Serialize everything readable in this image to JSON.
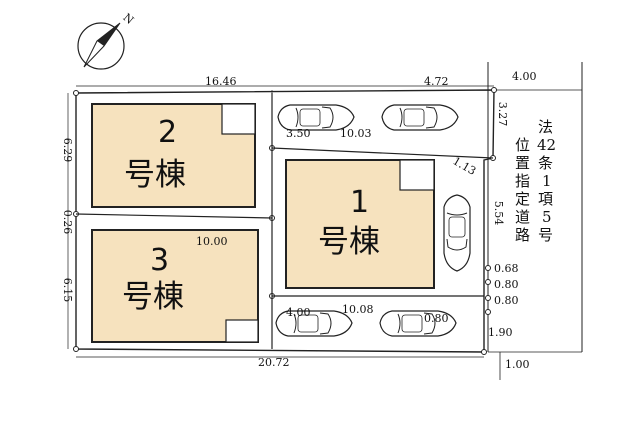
{
  "compass": {
    "label": "N"
  },
  "buildings": [
    {
      "number": "1",
      "label": "号棟"
    },
    {
      "number": "2",
      "label": "号棟"
    },
    {
      "number": "3",
      "label": "号棟"
    }
  ],
  "road": {
    "text": [
      "法",
      "42",
      "条",
      "1",
      "項",
      "5",
      "号",
      "位",
      "置",
      "指",
      "定",
      "道",
      "路"
    ]
  },
  "dimensions": {
    "top_main": "16.46",
    "top_right": "4.72",
    "road_width_top": "4.00",
    "road_width_bottom": "1.00",
    "bottom_main": "20.72",
    "left_upper": "6.29",
    "left_mid": "0.26",
    "left_lower": "6.15",
    "inner_middle": "10.00",
    "right_a": "3.27",
    "right_b": "1.13",
    "right_c": "5.54",
    "right_d": "0.68",
    "right_e": "0.80",
    "right_f": "0.80",
    "right_g": "1.90",
    "parking_top_left": "3.50",
    "parking_top_right": "10.03",
    "parking_bottom_left": "4.00",
    "parking_bottom_mid": "10.08",
    "parking_bottom_right": "0.80"
  }
}
